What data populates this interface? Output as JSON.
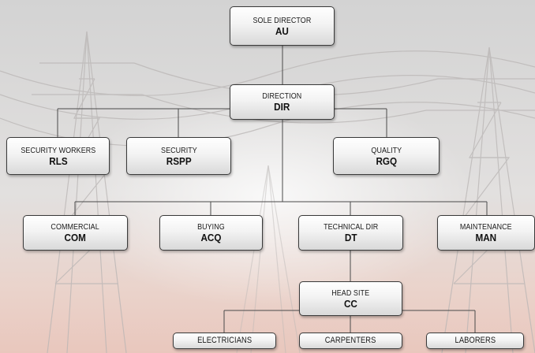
{
  "colors": {
    "box_border": "#3a3a3a",
    "connector": "#4a4a4a",
    "background_top": "#d9d9d9",
    "background_bottom": "#e4c9c0"
  },
  "nodes": {
    "sole_director": {
      "title": "SOLE DIRECTOR",
      "code": "AU"
    },
    "direction": {
      "title": "DIRECTION",
      "code": "DIR"
    },
    "security_workers": {
      "title": "SECURITY WORKERS",
      "code": "RLS"
    },
    "security": {
      "title": "SECURITY",
      "code": "RSPP"
    },
    "quality": {
      "title": "QUALITY",
      "code": "RGQ"
    },
    "commercial": {
      "title": "COMMERCIAL",
      "code": "COM"
    },
    "buying": {
      "title": "BUYING",
      "code": "ACQ"
    },
    "technical_dir": {
      "title": "TECHNICAL DIR",
      "code": "DT"
    },
    "maintenance": {
      "title": "MAINTENANCE",
      "code": "MAN"
    },
    "head_site": {
      "title": "HEAD SITE",
      "code": "CC"
    },
    "electricians": {
      "title": "ELECTRICIANS"
    },
    "carpenters": {
      "title": "CARPENTERS"
    },
    "laborers": {
      "title": "LABORERS"
    }
  }
}
